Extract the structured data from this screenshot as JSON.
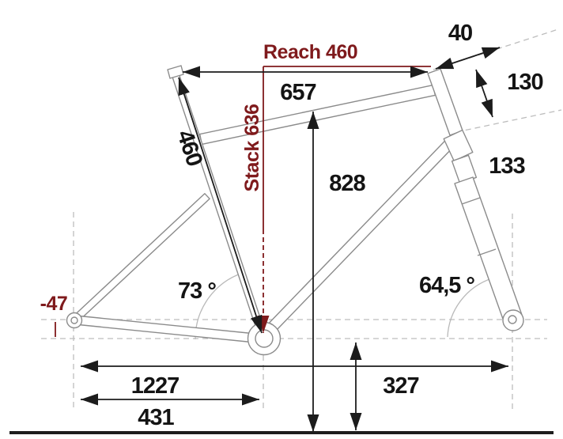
{
  "diagram": {
    "labels": {
      "reach": "Reach 460",
      "stack": "Stack 636",
      "top_tube_horizontal": "657",
      "seat_tube_length": "460",
      "standover_height": "828",
      "head_tube_length": "130",
      "head_top_offset": "40",
      "fork_crown_value": "133",
      "seat_tube_angle": "73 °",
      "head_tube_angle": "64,5 °",
      "bb_drop": "-47",
      "wheelbase": "1227",
      "chainstay_length": "431",
      "bb_height": "327"
    },
    "colors": {
      "accent_red": "#7f1a1c",
      "measure_black": "#1c1c1c",
      "tube_gray": "#8b8b8b",
      "guide_gray": "#bdbdbd"
    }
  }
}
